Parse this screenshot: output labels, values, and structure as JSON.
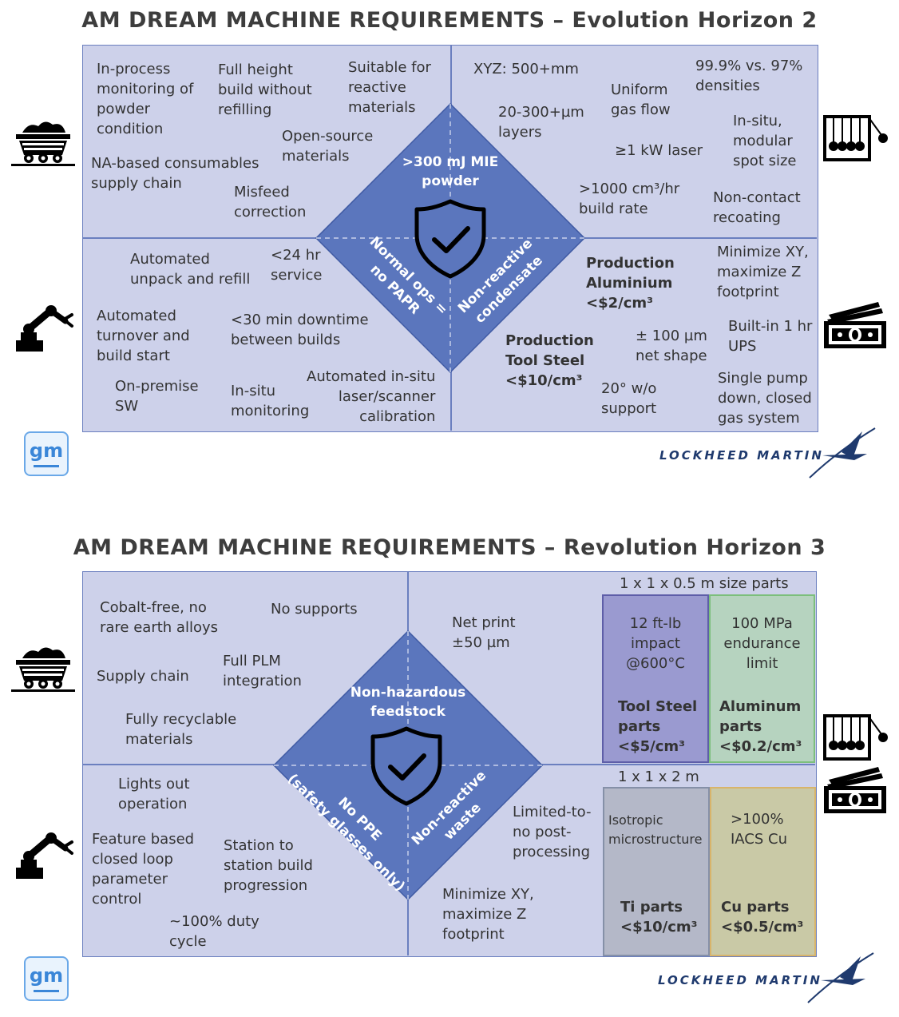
{
  "h2": {
    "title": "AM DREAM MACHINE REQUIREMENTS – Evolution Horizon 2",
    "tl": [
      "In-process\nmonitoring of\npowder\ncondition",
      "Full height\nbuild without\nrefilling",
      "Suitable for\nreactive\nmaterials",
      "Open-source\nmaterials",
      "NA-based consumables\nsupply chain",
      "Misfeed\ncorrection"
    ],
    "tr": [
      "XYZ: 500+mm",
      "99.9% vs. 97%\ndensities",
      "Uniform\ngas flow",
      "20-300+µm\nlayers",
      "In-situ,\nmodular\nspot size",
      "≥1 kW laser",
      ">1000 cm³/hr\nbuild rate",
      "Non-contact\nrecoating"
    ],
    "bl": [
      "Automated\nunpack and refill",
      "<24 hr\nservice",
      "Automated\nturnover and\nbuild start",
      "<30 min downtime\nbetween builds",
      "On-premise\nSW",
      "In-situ\nmonitoring",
      "Automated in-situ\nlaser/scanner\ncalibration"
    ],
    "br": [
      "Production\nAluminium\n<$2/cm³",
      "Minimize XY,\nmaximize Z\nfootprint",
      "Built-in 1 hr\nUPS",
      "Production\nTool Steel\n<$10/cm³",
      "± 100 µm\nnet shape",
      "20° w/o\nsupport",
      "Single pump\ndown, closed\ngas system"
    ],
    "diamond_top": ">300 mJ MIE\npowder",
    "diamond_left": "Normal ops =\nno PAPR",
    "diamond_right": "Non-reactive\ncondensate"
  },
  "h3": {
    "title": "AM DREAM MACHINE REQUIREMENTS – Revolution Horizon 3",
    "tl": [
      "Cobalt-free, no\nrare earth alloys",
      "No supports",
      "Supply chain",
      "Full PLM\nintegration",
      "Fully recyclable\nmaterials"
    ],
    "tr": [
      "Net print\n±50 µm"
    ],
    "size_top": "1 x 1 x 0.5 m size parts",
    "size_bottom": "1 x 1 x 2 m",
    "box_tool_steel": {
      "spec": "12 ft-lb\nimpact\n@600°C",
      "part": "Tool Steel\nparts\n<$5/cm³"
    },
    "box_aluminum": {
      "spec": "100 MPa\nendurance\nlimit",
      "part": "Aluminum\nparts\n<$0.2/cm³"
    },
    "box_ti": {
      "spec": "Isotropic\nmicrostructure",
      "part": "Ti parts\n<$10/cm³"
    },
    "box_cu": {
      "spec": ">100%\nIACS Cu",
      "part": "Cu parts\n<$0.5/cm³"
    },
    "bl": [
      "Lights out\noperation",
      "Feature based\nclosed loop\nparameter\ncontrol",
      "Station to\nstation build\nprogression",
      "~100% duty\ncycle"
    ],
    "br": [
      "Limited-to-\nno post-\nprocessing",
      "Minimize XY,\nmaximize Z\nfootprint"
    ],
    "diamond_top": "Non-hazardous\nfeedstock",
    "diamond_left": "No PPE\n(safety glasses only)",
    "diamond_right": "Non-reactive\nwaste"
  },
  "logos": {
    "lockheed": "LOCKHEED MARTIN",
    "gm": "gm"
  },
  "icons": [
    "mine-cart-icon",
    "robot-arm-icon",
    "newtons-cradle-icon",
    "money-icon",
    "shield-check-icon"
  ],
  "colors": {
    "grid_bg": "#cdd1ea",
    "grid_line": "#6b7fbf",
    "diamond": "#5b76bd",
    "purple_box": "#9a9ad0",
    "green_box": "#b6d3bf",
    "grey_box": "#b4b8c8",
    "olive_box": "#c9c9a6"
  }
}
